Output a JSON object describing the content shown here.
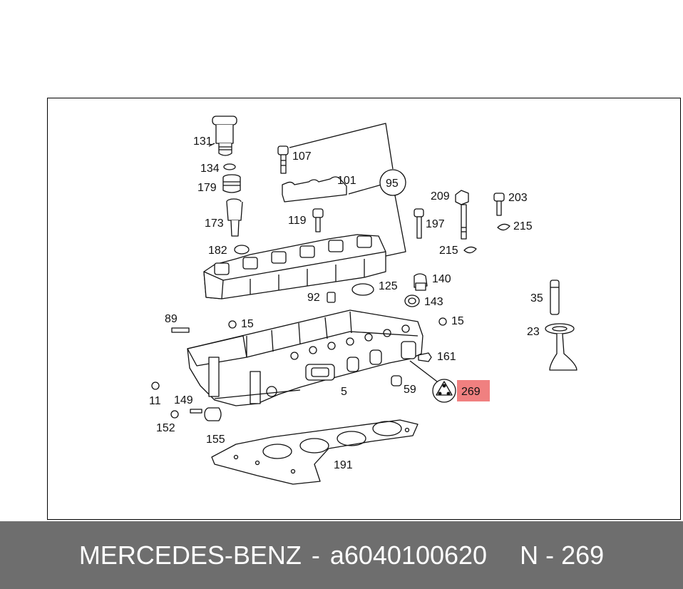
{
  "diagram": {
    "highlight_color": "#f08080",
    "highlighted_part": "269",
    "parts": [
      {
        "id": "131",
        "label": "131"
      },
      {
        "id": "134",
        "label": "134"
      },
      {
        "id": "179",
        "label": "179"
      },
      {
        "id": "173",
        "label": "173"
      },
      {
        "id": "182",
        "label": "182"
      },
      {
        "id": "107",
        "label": "107"
      },
      {
        "id": "101",
        "label": "101"
      },
      {
        "id": "95",
        "label": "95"
      },
      {
        "id": "119",
        "label": "119"
      },
      {
        "id": "209",
        "label": "209"
      },
      {
        "id": "203",
        "label": "203"
      },
      {
        "id": "197",
        "label": "197"
      },
      {
        "id": "215a",
        "label": "215"
      },
      {
        "id": "215b",
        "label": "215"
      },
      {
        "id": "140",
        "label": "140"
      },
      {
        "id": "125",
        "label": "125"
      },
      {
        "id": "143",
        "label": "143"
      },
      {
        "id": "92",
        "label": "92"
      },
      {
        "id": "35",
        "label": "35"
      },
      {
        "id": "89",
        "label": "89"
      },
      {
        "id": "15a",
        "label": "15"
      },
      {
        "id": "15b",
        "label": "15"
      },
      {
        "id": "23",
        "label": "23"
      },
      {
        "id": "161",
        "label": "161"
      },
      {
        "id": "11",
        "label": "11"
      },
      {
        "id": "149",
        "label": "149"
      },
      {
        "id": "5",
        "label": "5"
      },
      {
        "id": "59",
        "label": "59"
      },
      {
        "id": "269",
        "label": "269"
      },
      {
        "id": "152",
        "label": "152"
      },
      {
        "id": "155",
        "label": "155"
      },
      {
        "id": "191",
        "label": "191"
      }
    ]
  },
  "footer": {
    "brand": "MERCEDES-BENZ",
    "separator": "-",
    "part_number": "a6040100620",
    "position_prefix": "N - ",
    "position_number": "269"
  }
}
